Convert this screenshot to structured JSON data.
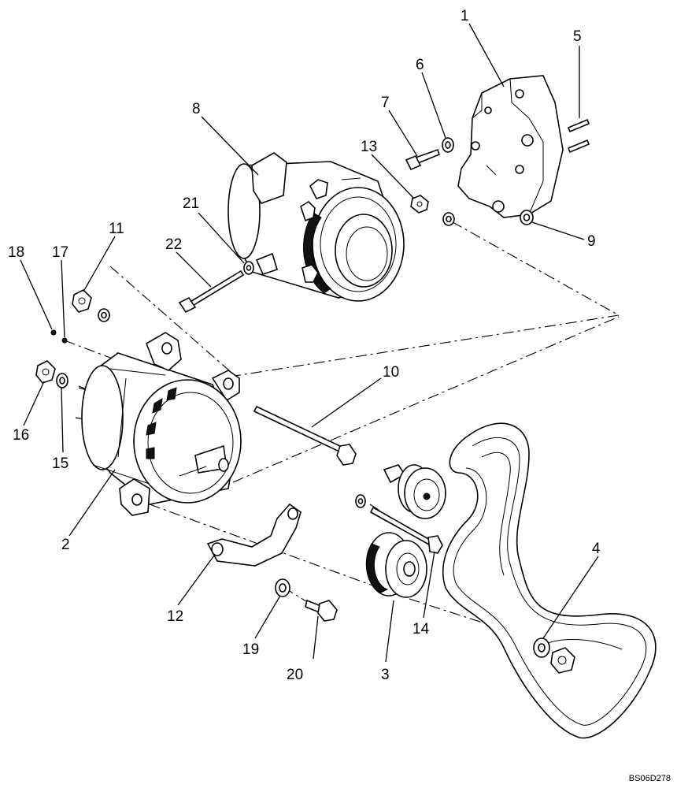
{
  "callouts": [
    {
      "id": "1",
      "label": "1"
    },
    {
      "id": "2",
      "label": "2"
    },
    {
      "id": "3",
      "label": "3"
    },
    {
      "id": "4",
      "label": "4"
    },
    {
      "id": "5",
      "label": "5"
    },
    {
      "id": "6",
      "label": "6"
    },
    {
      "id": "7",
      "label": "7"
    },
    {
      "id": "8",
      "label": "8"
    },
    {
      "id": "9",
      "label": "9"
    },
    {
      "id": "10",
      "label": "10"
    },
    {
      "id": "11",
      "label": "11"
    },
    {
      "id": "12",
      "label": "12"
    },
    {
      "id": "13",
      "label": "13"
    },
    {
      "id": "14",
      "label": "14"
    },
    {
      "id": "15",
      "label": "15"
    },
    {
      "id": "16",
      "label": "16"
    },
    {
      "id": "17",
      "label": "17"
    },
    {
      "id": "18",
      "label": "18"
    },
    {
      "id": "19",
      "label": "19"
    },
    {
      "id": "20",
      "label": "20"
    },
    {
      "id": "21",
      "label": "21"
    },
    {
      "id": "22",
      "label": "22"
    }
  ],
  "reference_code": "BS06D278"
}
